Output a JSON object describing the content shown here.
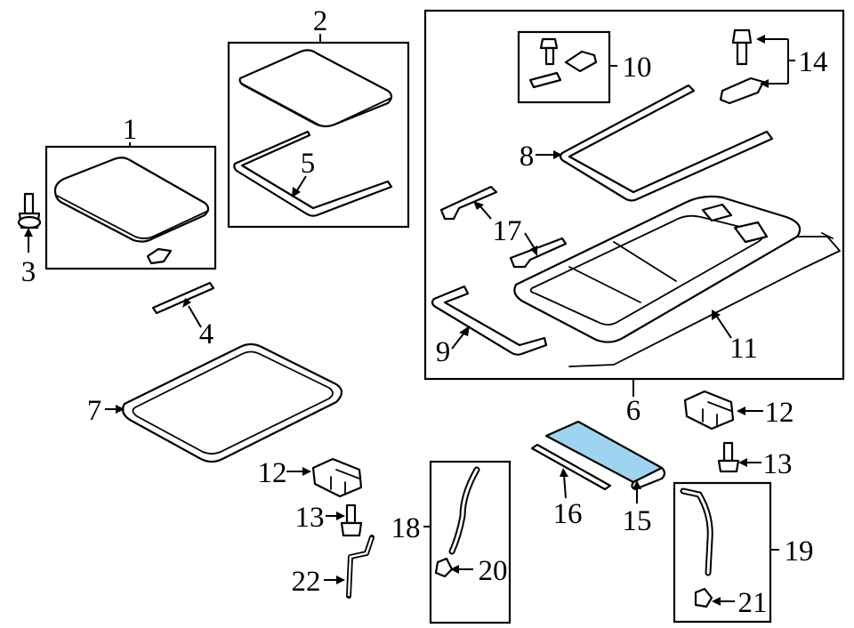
{
  "diagram": {
    "callouts": [
      {
        "id": "c1",
        "text": "1"
      },
      {
        "id": "c2",
        "text": "2"
      },
      {
        "id": "c3",
        "text": "3"
      },
      {
        "id": "c4",
        "text": "4"
      },
      {
        "id": "c5",
        "text": "5"
      },
      {
        "id": "c6",
        "text": "6"
      },
      {
        "id": "c7",
        "text": "7"
      },
      {
        "id": "c8",
        "text": "8"
      },
      {
        "id": "c9",
        "text": "9"
      },
      {
        "id": "c10",
        "text": "10"
      },
      {
        "id": "c11",
        "text": "11"
      },
      {
        "id": "c12a",
        "text": "12"
      },
      {
        "id": "c12b",
        "text": "12"
      },
      {
        "id": "c13a",
        "text": "13"
      },
      {
        "id": "c13b",
        "text": "13"
      },
      {
        "id": "c14",
        "text": "14"
      },
      {
        "id": "c15",
        "text": "15"
      },
      {
        "id": "c16",
        "text": "16"
      },
      {
        "id": "c17",
        "text": "17"
      },
      {
        "id": "c18",
        "text": "18"
      },
      {
        "id": "c19",
        "text": "19"
      },
      {
        "id": "c20",
        "text": "20"
      },
      {
        "id": "c21",
        "text": "21"
      },
      {
        "id": "c22",
        "text": "22"
      }
    ],
    "highlight_color": "#9fd4f0",
    "line_color": "#000000"
  }
}
